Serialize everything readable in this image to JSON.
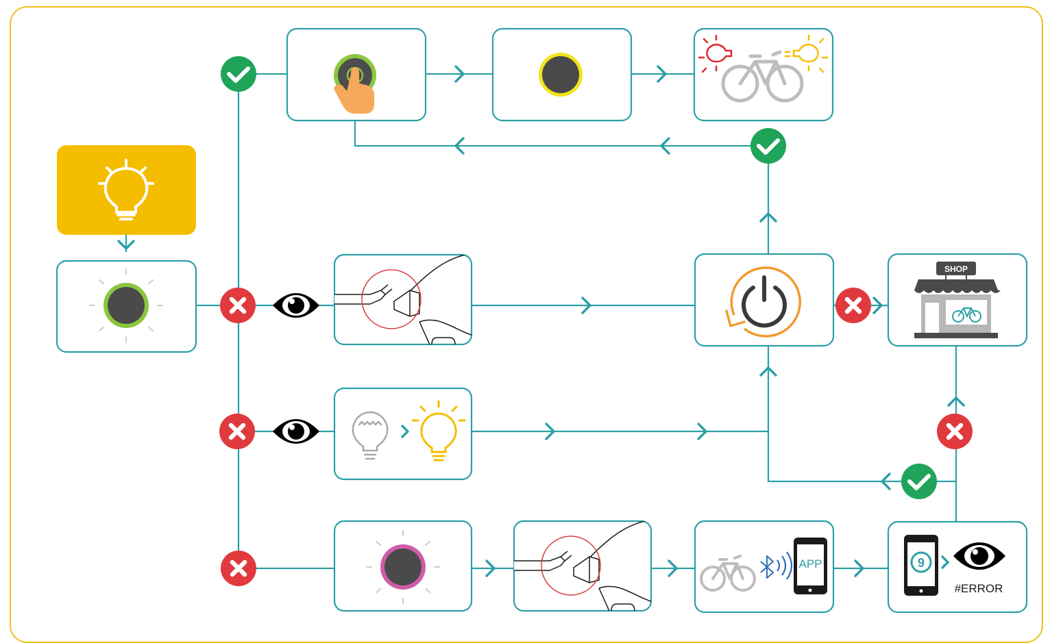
{
  "colors": {
    "frame": "#f0c018",
    "connector": "#2c9fa7",
    "yes_badge": "#1fa45a",
    "no_badge": "#e03a3e",
    "start_fill": "#f5bd00",
    "led_green": "#8cc63f",
    "led_yellow": "#f2e41d",
    "led_pink": "#d05ca8",
    "power_ring": "#f29a2e",
    "lamp_front": "#e0262b",
    "lamp_rear": "#f5bd00",
    "bike_grey": "#bdbdbd",
    "zoom_circle": "#d93a3a",
    "bluetooth": "#2d6fb5"
  },
  "labels": {
    "shop_sign": "SHOP",
    "app_text": "APP",
    "error_code": "#ERROR",
    "phone_number": "9"
  },
  "icons": {
    "start": "lightbulb-icon",
    "status_led": "green-led-icon",
    "press": "press-button-icon",
    "led_on": "yellow-led-icon",
    "lights_on": "bike-lights-icon",
    "inspect": "eye-icon",
    "connector": "connector-check-icon",
    "bulbs": "bulb-replace-icon",
    "restart": "power-restart-icon",
    "shop": "bike-shop-icon",
    "pink_led": "pink-led-icon",
    "app_connect": "bluetooth-app-icon",
    "app_error": "app-error-code-icon",
    "yes": "checkmark-icon",
    "no": "cross-icon"
  }
}
